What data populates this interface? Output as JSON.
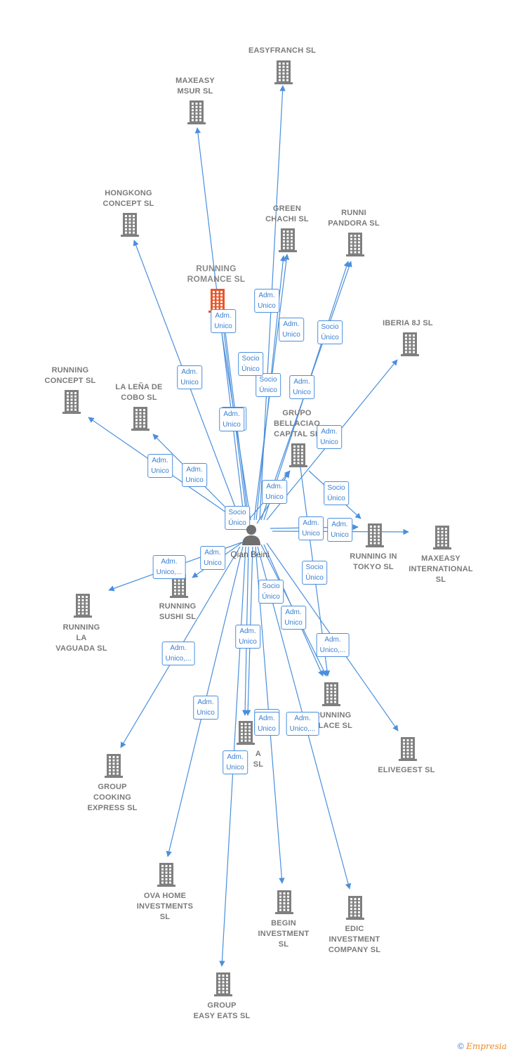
{
  "colors": {
    "edge": "#4a8fdc",
    "building": "#7f7f7f",
    "focus_building": "#e8562a",
    "person": "#6f6f6f"
  },
  "person": {
    "label": "Qian Beini",
    "icon": "person-icon"
  },
  "companies": [
    {
      "id": "easyfranch",
      "label": "EASYFRANCH SL",
      "focus": false
    },
    {
      "id": "maxeasy-msur",
      "label": "MAXEASY\nMSUR  SL",
      "focus": false
    },
    {
      "id": "hongkong",
      "label": "HONGKONG\nCONCEPT  SL",
      "focus": false
    },
    {
      "id": "green-chachi",
      "label": "GREEN\nCHACHI  SL",
      "focus": false
    },
    {
      "id": "runni-pandora",
      "label": "RUNNI\nPANDORA  SL",
      "focus": false
    },
    {
      "id": "running-romance",
      "label": "RUNNING\nROMANCE  SL",
      "focus": true
    },
    {
      "id": "iberia-8j",
      "label": "IBERIA 8J  SL",
      "focus": false
    },
    {
      "id": "running-concept",
      "label": "RUNNING\nCONCEPT  SL",
      "focus": false
    },
    {
      "id": "lena-cobo",
      "label": "LA LEÑA DE\nCOBO  SL",
      "focus": false
    },
    {
      "id": "grupo-bellaciao",
      "label": "GRUPO\nBELLACIAO\nCAPITAL  SL",
      "focus": false
    },
    {
      "id": "running-tokyo",
      "label": "RUNNING IN\nTOKYO  SL",
      "focus": false
    },
    {
      "id": "maxeasy-intl",
      "label": "MAXEASY\nINTERNATIONAL\nSL",
      "focus": false
    },
    {
      "id": "running-sushi",
      "label": "RUNNING\nSUSHI  SL",
      "focus": false
    },
    {
      "id": "running-vaguada",
      "label": "RUNNING\nLA\nVAGUADA  SL",
      "focus": false
    },
    {
      "id": "running-place",
      "label": "RUNNING\nPLACE  SL",
      "focus": false
    },
    {
      "id": "elivegest",
      "label": "ELIVEGEST  SL",
      "focus": false
    },
    {
      "id": "running-a",
      "label": "A\nSL",
      "focus": false
    },
    {
      "id": "group-cooking",
      "label": "GROUP\nCOOKING\nEXPRESS  SL",
      "focus": false
    },
    {
      "id": "ova-home",
      "label": "OVA HOME\nINVESTMENTS\nSL",
      "focus": false
    },
    {
      "id": "begin-investment",
      "label": "BEGIN\nINVESTMENT\nSL",
      "focus": false
    },
    {
      "id": "edic-investment",
      "label": "EDIC\nINVESTMENT\nCOMPANY SL",
      "focus": false
    },
    {
      "id": "group-easy-eats",
      "label": "GROUP\nEASY EATS SL",
      "focus": false
    }
  ],
  "edges": [
    {
      "to": "easyfranch",
      "label": "Adm.\nUnico"
    },
    {
      "to": "maxeasy-msur",
      "label": "Adm.\nUnico"
    },
    {
      "to": "hongkong",
      "label": "Adm.\nUnico"
    },
    {
      "to": "green-chachi",
      "label": "Adm.\nUnico"
    },
    {
      "to": "green-chachi",
      "label": "Socio\nÚnico"
    },
    {
      "to": "runni-pandora",
      "label": "Socio\nÚnico"
    },
    {
      "to": "runni-pandora",
      "label": "Adm.\nUnico"
    },
    {
      "to": "running-romance",
      "label": "Adm.\nUnico"
    },
    {
      "to": "running-romance",
      "label": "Socio\nÚnico"
    },
    {
      "to": "running-romance",
      "label": "Adm.\nUnico"
    },
    {
      "to": "iberia-8j",
      "label": "Adm.\nUnico"
    },
    {
      "to": "running-concept",
      "label": "Adm.\nUnico"
    },
    {
      "to": "lena-cobo",
      "label": "Adm.\nUnico"
    },
    {
      "to": "grupo-bellaciao",
      "label": "Adm.\nUnico"
    },
    {
      "to": "grupo-bellaciao",
      "label": "Socio\nÚnico"
    },
    {
      "to": "running-tokyo",
      "label": "Adm.\nUnico"
    },
    {
      "to": "maxeasy-intl",
      "label": "Adm.\nUnico"
    },
    {
      "to": "running-sushi",
      "label": "Adm.\nUnico"
    },
    {
      "to": "running-vaguada",
      "label": "Adm.\nUnico,..."
    },
    {
      "to": "running-place",
      "label": "Socio\nÚnico"
    },
    {
      "to": "running-place",
      "label": "Adm.\nUnico"
    },
    {
      "to": "running-place",
      "label": "Socio\nÚnico"
    },
    {
      "to": "elivegest",
      "label": "Adm.\nUnico,..."
    },
    {
      "to": "running-a",
      "label": "Adm.\nUnico"
    },
    {
      "to": "running-a",
      "label": "Adm.\nUnico"
    },
    {
      "to": "group-cooking",
      "label": "Adm.\nUnico,..."
    },
    {
      "to": "ova-home",
      "label": "Adm.\nUnico"
    },
    {
      "to": "begin-investment",
      "label": "Adm.\nUnico"
    },
    {
      "to": "edic-investment",
      "label": "Adm.\nUnico,..."
    },
    {
      "to": "group-easy-eats",
      "label": "Adm.\nUnico"
    },
    {
      "to": "running-tokyo",
      "label": "Socio\nÚnico"
    }
  ],
  "footer": {
    "copyright": "©",
    "brand": "Empresia"
  }
}
